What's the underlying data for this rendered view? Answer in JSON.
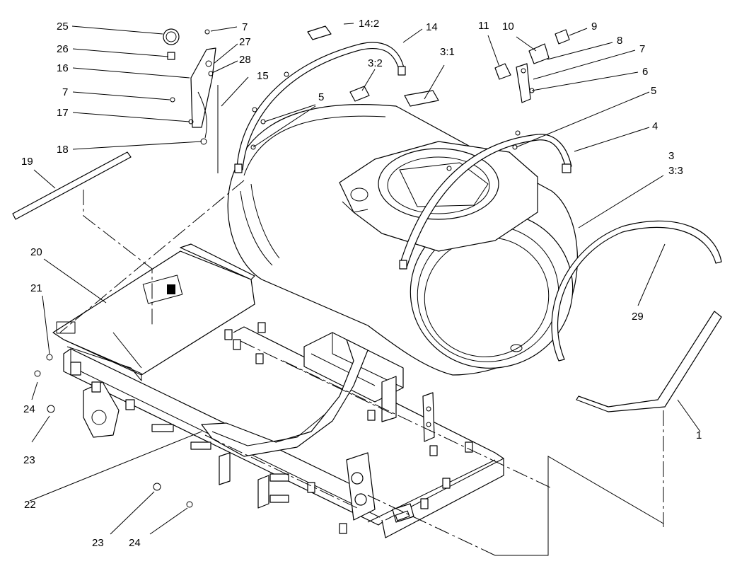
{
  "callouts": [
    {
      "id": "c25",
      "text": "25"
    },
    {
      "id": "c7a",
      "text": "7"
    },
    {
      "id": "c26",
      "text": "26"
    },
    {
      "id": "c27",
      "text": "27"
    },
    {
      "id": "c16",
      "text": "16"
    },
    {
      "id": "c28",
      "text": "28"
    },
    {
      "id": "c15",
      "text": "15"
    },
    {
      "id": "c7b",
      "text": "7"
    },
    {
      "id": "c17",
      "text": "17"
    },
    {
      "id": "c18",
      "text": "18"
    },
    {
      "id": "c19",
      "text": "19"
    },
    {
      "id": "c14_2",
      "text": "14:2"
    },
    {
      "id": "c14",
      "text": "14"
    },
    {
      "id": "c3_2",
      "text": "3:2"
    },
    {
      "id": "c3_1",
      "text": "3:1"
    },
    {
      "id": "c5a",
      "text": "5"
    },
    {
      "id": "c11",
      "text": "11"
    },
    {
      "id": "c10",
      "text": "10"
    },
    {
      "id": "c9",
      "text": "9"
    },
    {
      "id": "c8",
      "text": "8"
    },
    {
      "id": "c7c",
      "text": "7"
    },
    {
      "id": "c6",
      "text": "6"
    },
    {
      "id": "c5b",
      "text": "5"
    },
    {
      "id": "c4",
      "text": "4"
    },
    {
      "id": "c3",
      "text": "3"
    },
    {
      "id": "c3_3",
      "text": "3:3"
    },
    {
      "id": "c29",
      "text": "29"
    },
    {
      "id": "c20",
      "text": "20"
    },
    {
      "id": "c21",
      "text": "21"
    },
    {
      "id": "c24a",
      "text": "24"
    },
    {
      "id": "c23a",
      "text": "23"
    },
    {
      "id": "c1",
      "text": "1"
    },
    {
      "id": "c22",
      "text": "22"
    },
    {
      "id": "c23b",
      "text": "23"
    },
    {
      "id": "c24b",
      "text": "24"
    }
  ]
}
